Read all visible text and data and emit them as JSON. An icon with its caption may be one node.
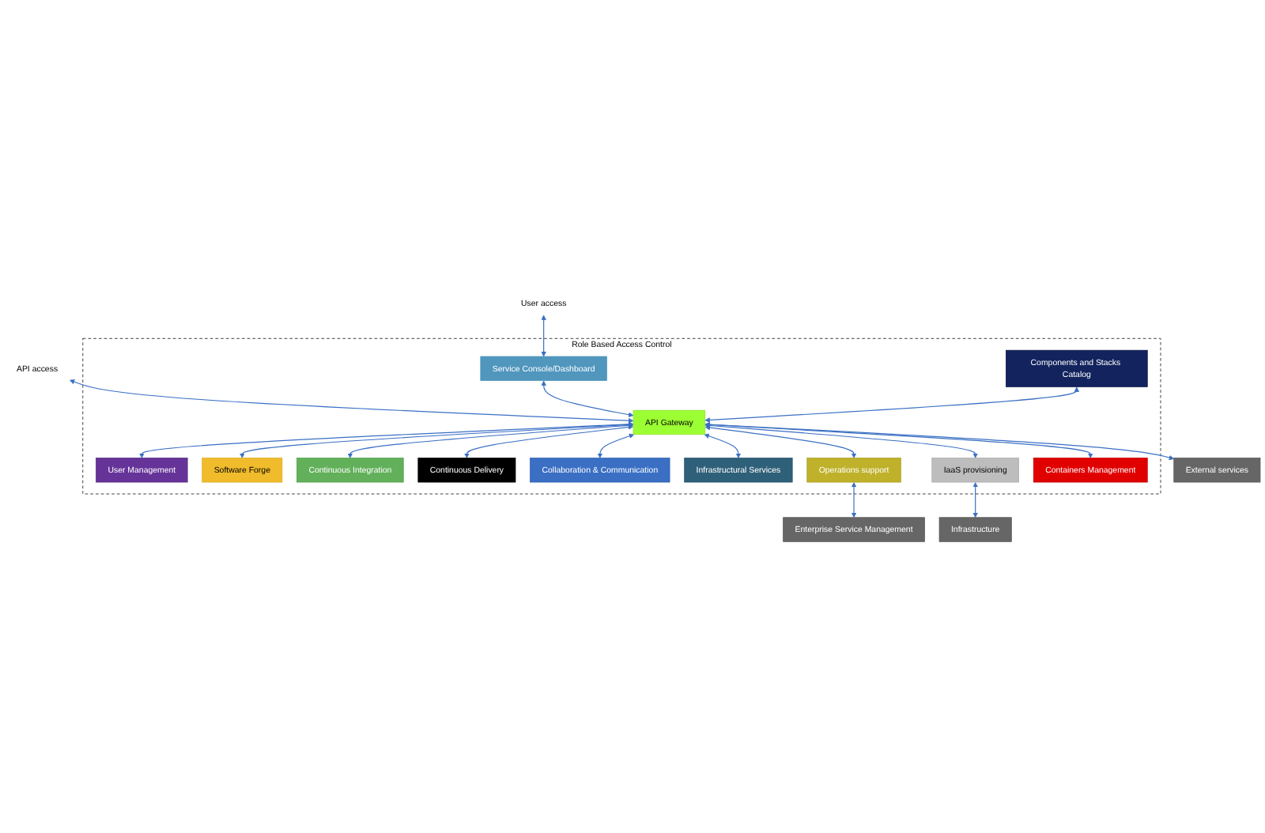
{
  "diagram": {
    "nodes": [
      {
        "text": [
          "User access"
        ]
      },
      {
        "text": [
          "API access"
        ]
      },
      {
        "text": [
          "Role Based Access Control"
        ]
      },
      {
        "text": [
          "Service Console/Dashboard"
        ],
        "in": 2
      },
      {
        "text": [
          "Components and Stacks Catalog"
        ],
        "in": 2
      },
      {
        "text": [
          "API Gateway"
        ],
        "in": 2
      },
      {
        "text": [
          "User Management"
        ],
        "in": 2
      },
      {
        "text": [
          "Software Forge"
        ],
        "in": 2
      },
      {
        "text": [
          "Continuous Integration"
        ],
        "in": 2
      },
      {
        "text": [
          "Continuous Delivery"
        ],
        "in": 2
      },
      {
        "text": [
          "Collaboration & Communication"
        ],
        "in": 2
      },
      {
        "text": [
          "Infrastructural Services"
        ],
        "in": 2
      },
      {
        "text": [
          "Operations support"
        ],
        "in": 2
      },
      {
        "text": [
          "IaaS provisioning"
        ],
        "in": 2
      },
      {
        "text": [
          "Containers Management"
        ],
        "in": 2
      },
      {
        "text": [
          "External services"
        ]
      },
      {
        "text": [
          "Enterprise Service Management"
        ]
      },
      {
        "text": [
          "Infrastructure"
        ]
      }
    ],
    "edges": [
      {
        "from": 0,
        "to": 3,
        "arrow": "both"
      },
      {
        "from": 1,
        "to": 5,
        "arrow": "both"
      },
      {
        "from": 3,
        "to": 5,
        "arrow": "both"
      },
      {
        "from": 4,
        "to": 5,
        "arrow": "both"
      },
      {
        "from": 5,
        "to": 6,
        "arrow": "both"
      },
      {
        "from": 5,
        "to": 15,
        "arrow": "both"
      },
      {
        "from": 5,
        "to": 7,
        "arrow": "both"
      },
      {
        "from": 5,
        "to": 8,
        "arrow": "both"
      },
      {
        "from": 5,
        "to": 9,
        "arrow": "both"
      },
      {
        "from": 5,
        "to": 10,
        "arrow": "both"
      },
      {
        "from": 5,
        "to": 11,
        "arrow": "both"
      },
      {
        "from": 5,
        "to": 12,
        "arrow": "both"
      },
      {
        "from": 5,
        "to": 13,
        "arrow": "both"
      },
      {
        "from": 5,
        "to": 14,
        "arrow": "both"
      },
      {
        "from": 12,
        "to": 16,
        "arrow": "both"
      },
      {
        "from": 13,
        "to": 17,
        "arrow": "both"
      }
    ]
  }
}
